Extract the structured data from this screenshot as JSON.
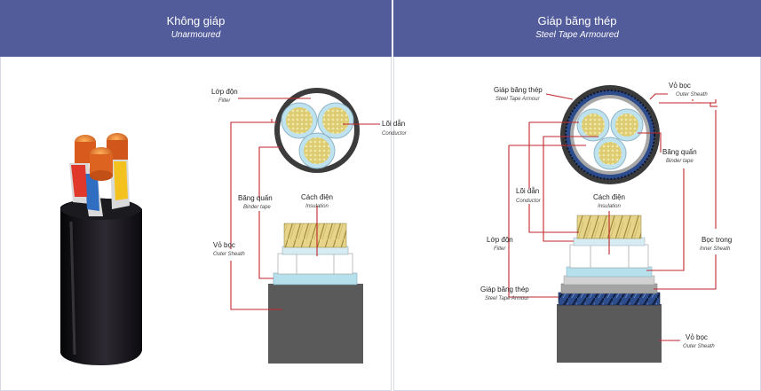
{
  "left_panel": {
    "title_vn": "Không giáp",
    "title_en": "Unarmoured",
    "labels": {
      "filter": {
        "vn": "Lớp độn",
        "en": "Filter"
      },
      "conductor": {
        "vn": "Lõi dẫn",
        "en": "Conductor"
      },
      "insulation": {
        "vn": "Cách điện",
        "en": "Insulation"
      },
      "binder": {
        "vn": "Băng quấn",
        "en": "Binder tape"
      },
      "sheath": {
        "vn": "Vỏ bọc",
        "en": "Outer Sheath"
      }
    }
  },
  "right_panel": {
    "title_vn": "Giáp băng thép",
    "title_en": "Steel Tape Armoured",
    "labels": {
      "armour_top": {
        "vn": "Giáp băng thép",
        "en": "Steel Tape Armour"
      },
      "sheath_top": {
        "vn": "Vỏ bọc",
        "en": "Outer Sheath"
      },
      "binder": {
        "vn": "Băng quấn",
        "en": "Binder tape"
      },
      "conductor": {
        "vn": "Lõi dẫn",
        "en": "Conductor"
      },
      "insulation": {
        "vn": "Cách điện",
        "en": "Insulation"
      },
      "inner_sheath": {
        "vn": "Bọc trong",
        "en": "Inner Sheath"
      },
      "filter": {
        "vn": "Lớp độn",
        "en": "Filter"
      },
      "armour_bottom": {
        "vn": "Giáp băng thép",
        "en": "Steel Tape Armour"
      },
      "sheath_bottom": {
        "vn": "Vỏ bọc",
        "en": "Outer Sheath"
      }
    }
  },
  "colors": {
    "header": "#525c9b",
    "leader": "#c1272d",
    "sheath": "#555555",
    "armour": "#2b4a86",
    "insulation": "#bfe3ee",
    "conductor": "#e9d98f"
  }
}
